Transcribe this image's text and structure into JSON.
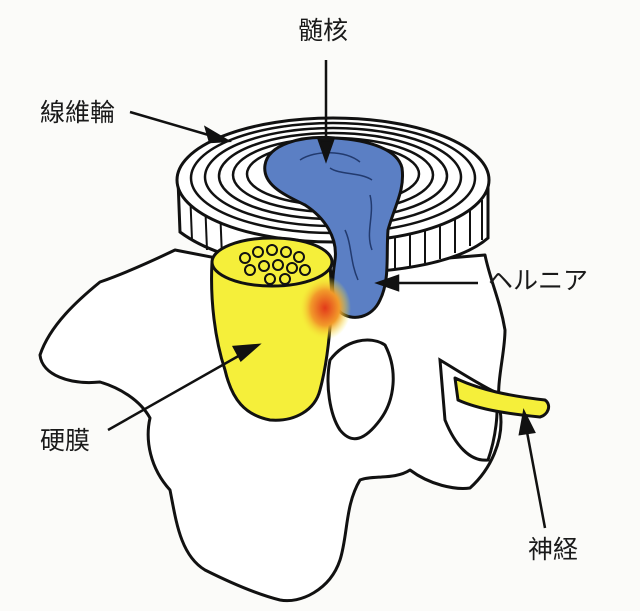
{
  "labels": {
    "nucleus_pulposus": "髄核",
    "annulus_fibrosus": "線維輪",
    "hernia": "ヘルニア",
    "dura_mater": "硬膜",
    "nerve": "神経"
  },
  "colors": {
    "nucleus": "#5b7fc4",
    "dura": "#f5ef3a",
    "inflammation": "#e23a1a",
    "outline": "#111111",
    "bone": "#ffffff"
  }
}
